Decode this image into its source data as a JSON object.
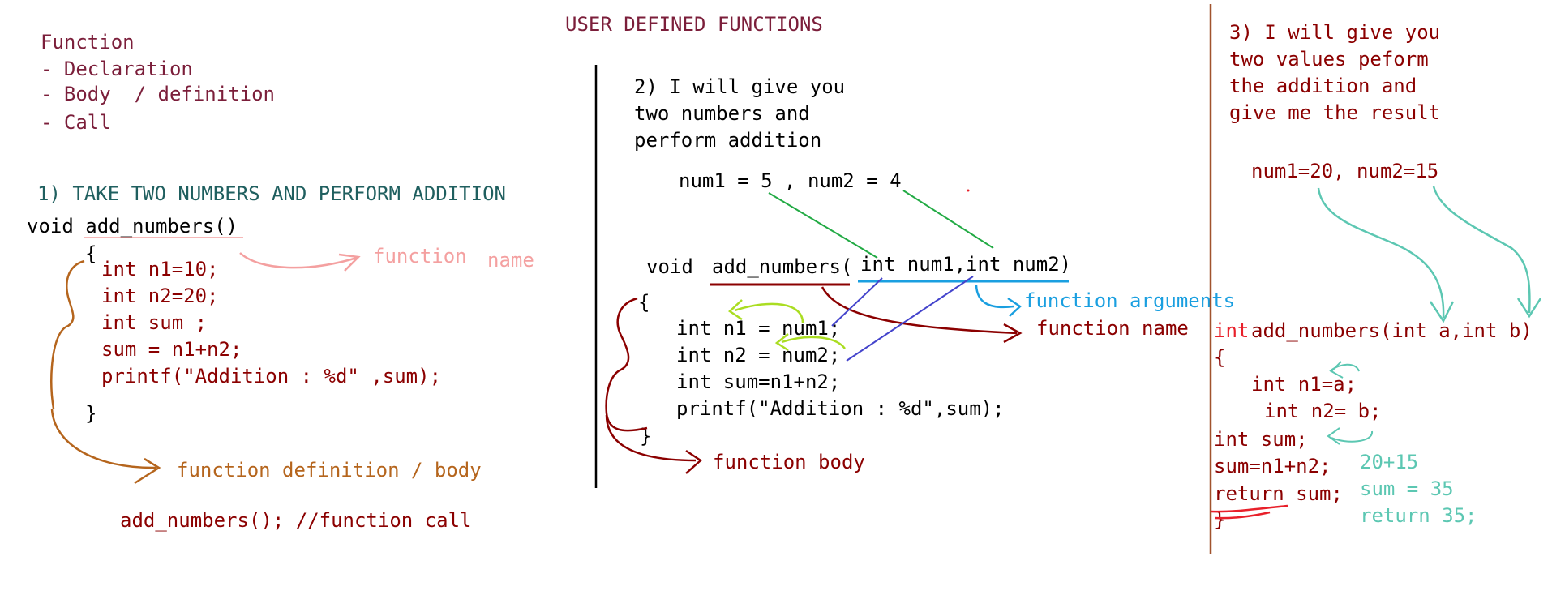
{
  "title": "USER DEFINED FUNCTIONS",
  "colors": {
    "maroon": "#7b1e3a",
    "dark_red": "#8b0000",
    "teal_heading": "#1f5f5f",
    "pink": "#f4a0a0",
    "orange_brown": "#b5651d",
    "blue": "#1a9fe0",
    "green": "#22aa44",
    "lime": "#aadd22",
    "indigo": "#4444cc",
    "teal": "#5cc7b2",
    "red": "#e8202a",
    "brown_divider": "#a0522d",
    "black": "#000000"
  },
  "overview": {
    "heading": "Function",
    "items": [
      "- Declaration",
      "- Body  / definition",
      "- Call"
    ]
  },
  "section1": {
    "heading": "1) TAKE TWO NUMBERS AND PERFORM ADDITION",
    "signature": "void add_numbers()",
    "open_brace": "{",
    "code": [
      "int n1=10;",
      "int n2=20;",
      "int sum ;",
      "sum = n1+n2;",
      "printf(\"Addition : %d\" ,sum);"
    ],
    "close_brace": "}",
    "label_function_word": "function",
    "label_name_word": "name",
    "label_definition": "function definition / body",
    "call": "add_numbers(); //function call"
  },
  "section2": {
    "heading": [
      "2) I will give you",
      "two numbers and",
      "perform addition"
    ],
    "values": "num1 = 5 , num2 = 4",
    "signature_prefix": "void",
    "signature_name": "add_numbers(",
    "signature_args": "int num1,int num2)",
    "open_brace": "{",
    "code": [
      "int n1 = num1;",
      "int n2 = num2;",
      "int sum=n1+n2;",
      "printf(\"Addition : %d\",sum);"
    ],
    "close_brace": "}",
    "label_arguments": "function arguments",
    "label_name": "function name",
    "label_body": "function body"
  },
  "section3": {
    "heading": [
      "3) I will give you",
      "two values peform",
      "the addition and",
      "give me the result"
    ],
    "values": "num1=20, num2=15",
    "return_type": "int",
    "signature": "add_numbers(int a,int b)",
    "open_brace": "{",
    "code": [
      "int n1=a;",
      "int n2= b;"
    ],
    "sum_decl": "int sum;",
    "sum_calc": "sum=n1+n2;",
    "return_stmt": "return sum;",
    "close_brace": "}",
    "note": [
      "20+15",
      "sum = 35",
      "return 35;"
    ]
  }
}
